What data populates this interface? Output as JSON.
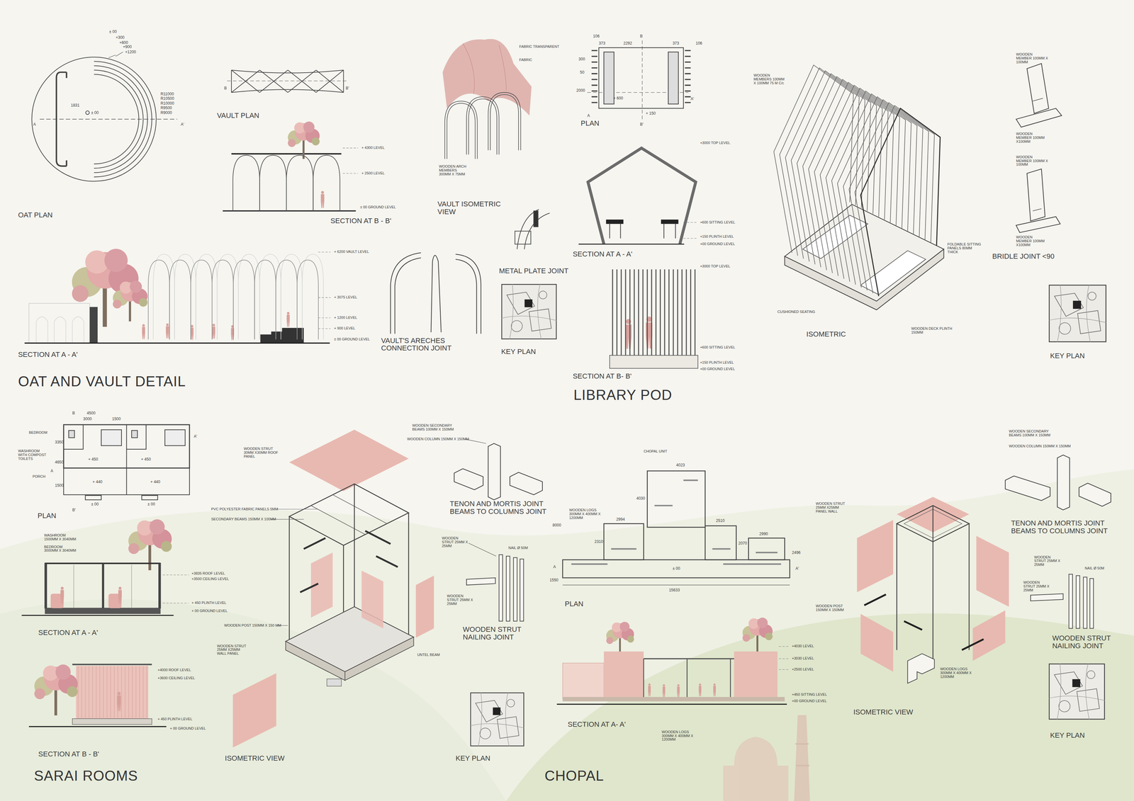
{
  "diagram": {
    "labels": [
      "± 00",
      "+300",
      "+600",
      "+900",
      "+1200",
      "R11000",
      "R10500",
      "R10000",
      "R9500",
      "R9000",
      "1831",
      "± 00",
      "A",
      "A'",
      "OAT PLAN",
      "B",
      "B'",
      "VAULT PLAN",
      "+ 4300 LEVEL",
      "+ 2500 LEVEL",
      "± 00 GROUND LEVEL",
      "SECTION AT B - B'",
      "FABRIC TRANSPARENT",
      "FABRIC",
      "WOODEN ARCH MEMBERS 300MM X 75MM",
      "VAULT ISOMETRIC VIEW",
      "+ 6200 VAULT LEVEL",
      "+ 3075 LEVEL",
      "+ 1200 LEVEL",
      "+ 900 LEVEL",
      "± 00 GROUND LEVEL",
      "SECTION AT A - A'",
      "VAULT'S ARECHES CONNECTION JOINT",
      "METAL PLATE JOINT",
      "KEY PLAN",
      "OAT AND VAULT DETAIL",
      "106",
      "373",
      "2292",
      "373",
      "106",
      "300",
      "50",
      "2000",
      "B",
      "+ 600",
      "+ 150",
      "A",
      "A'",
      "B'",
      "PLAN",
      "+3000 TOP LEVEL",
      "+600 SITTING LEVEL",
      "+150 PLINTH LEVEL",
      "+00 GROUND LEVEL",
      "SECTION AT A - A'",
      "+3000 TOP LEVEL",
      "+600 SITTING LEVEL",
      "+150 PLINTH LEVEL",
      "+00 GROUND LEVEL",
      "SECTION AT B- B'",
      "LIBRARY POD",
      "WOODEN MEMBERS 100MM X 100MM 75 M C/c",
      "FOLDABLE SITTING PANELS 80MM THICK",
      "CUSHIONED SEATING",
      "WOODEN DECK PLINTH 150MM",
      "ISOMETRIC",
      "WOODEN MEMBER 100MM X 100MM",
      "WOODEN MEMBER 100MM X100MM",
      "WOODEN MEMBER 100MM X 100MM",
      "WOODEN MEMBER 100MM X100MM",
      "BRIDLE JOINT <90",
      "KEY PLAN",
      "4500",
      "3000",
      "1500",
      "B",
      "BEDROOM",
      "WASHROOM WITH COMPOST TOILETS",
      "PORCH",
      "3350",
      "4650",
      "1500",
      "+ 450",
      "+ 450",
      "+ 440",
      "+ 440",
      "A",
      "A'",
      "± 00",
      "± 00",
      "B'",
      "PLAN",
      "WASHROOM 1500MM X 3040MM",
      "BEDROOM 3000MM X 3040MM",
      "+3835 ROOF LEVEL",
      "+3500 CEILING LEVEL",
      "+ 450 PLINTH LEVEL",
      "+ 00 GROUND LEVEL",
      "SECTION AT A - A'",
      "+4000 ROOF LEVEL",
      "+3600 CEILING LEVEL",
      "+ 450 PLINTH LEVEL",
      "+ 00 GROUND LEVEL",
      "SECTION AT B - B'",
      "SARAI ROOMS",
      "WOODEN STRUT 30MM X30MM ROOF PANEL",
      "PVC POLYESTER FABRIC PANELS 5MM",
      "SECONDARY BEAMS 150MM X 100MM",
      "WOODEN POST 150MM X 150 MM",
      "WOODEN STRUT 25MM X25MM WALL PANEL",
      "UNTEL BEAM",
      "ISOMETRIC VIEW",
      "WOODEN SECONDARY BEAMS 100MM X 150MM",
      "WOODEN COLUMN 150MM X 150MM",
      "TENON AND MORTIS JOINT BEAMS TO COLUMNS JOINT",
      "WOODEN STRUT 25MM X 25MM",
      "NAIL Ø 50M",
      "WOODEN STRUT 25MM X 25MM",
      "WOODEN STRUT NAILING JOINT",
      "KEY PLAN",
      "CHOPAL UNIT",
      "4023",
      "4030",
      "WOODEN LOGS 300MM X 400MM X 1200MM",
      "2994",
      "2510",
      "2990",
      "2310",
      "2070",
      "8000",
      "± 00",
      "1550",
      "2496",
      "A",
      "A'",
      "15633",
      "PLAN",
      "+4030 LEVEL",
      "+3030 LEVEL",
      "+2500 LEVEL",
      "+450 SITTING LEVEL",
      "+00 GROUND LEVEL",
      "SECTION AT A- A'",
      "WOODEN LOGS 300MM X 400MM X 1200MM",
      "CHOPAL",
      "WOODEN STRUT 25MM X25MM PANEL WALL",
      "WOODEN POST 150MM X 150MM",
      "WOODEN LOGS 300MM X 400MM X 1200MM",
      "ISOMETRIC VIEW",
      "WOODEN SECONDARY BEAMS 100MM X 150MM",
      "WOODEN COLUMN 150MM X 150MM",
      "TENON AND MORTIS JOINT BEAMS TO COLUMNS JOINT",
      "WOODEN STRUT 25MM X 25MM",
      "NAIL Ø 50M",
      "WOODEN STRUT 25MM X 25MM",
      "WOODEN STRUT NAILING JOINT",
      "KEY PLAN"
    ]
  }
}
